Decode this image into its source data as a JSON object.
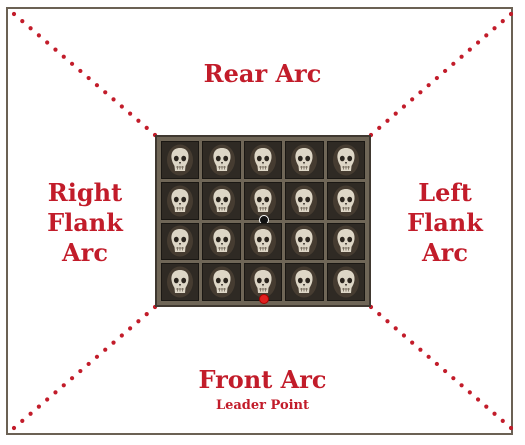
{
  "arcs": {
    "rear": "Rear Arc",
    "right": [
      "Right",
      "Flank",
      "Arc"
    ],
    "left": [
      "Left",
      "Flank",
      "Arc"
    ],
    "front": "Front Arc",
    "leader_point": "Leader Point"
  },
  "unit": {
    "rows": 4,
    "columns": 5,
    "leader_column": 3
  },
  "colors": {
    "label": "#c21c2a",
    "dots": "#c21c2a",
    "border": "#6b6154",
    "leader_marker": "#e02020",
    "center_marker": "#111111"
  },
  "icons": {
    "model": "skull-icon"
  }
}
